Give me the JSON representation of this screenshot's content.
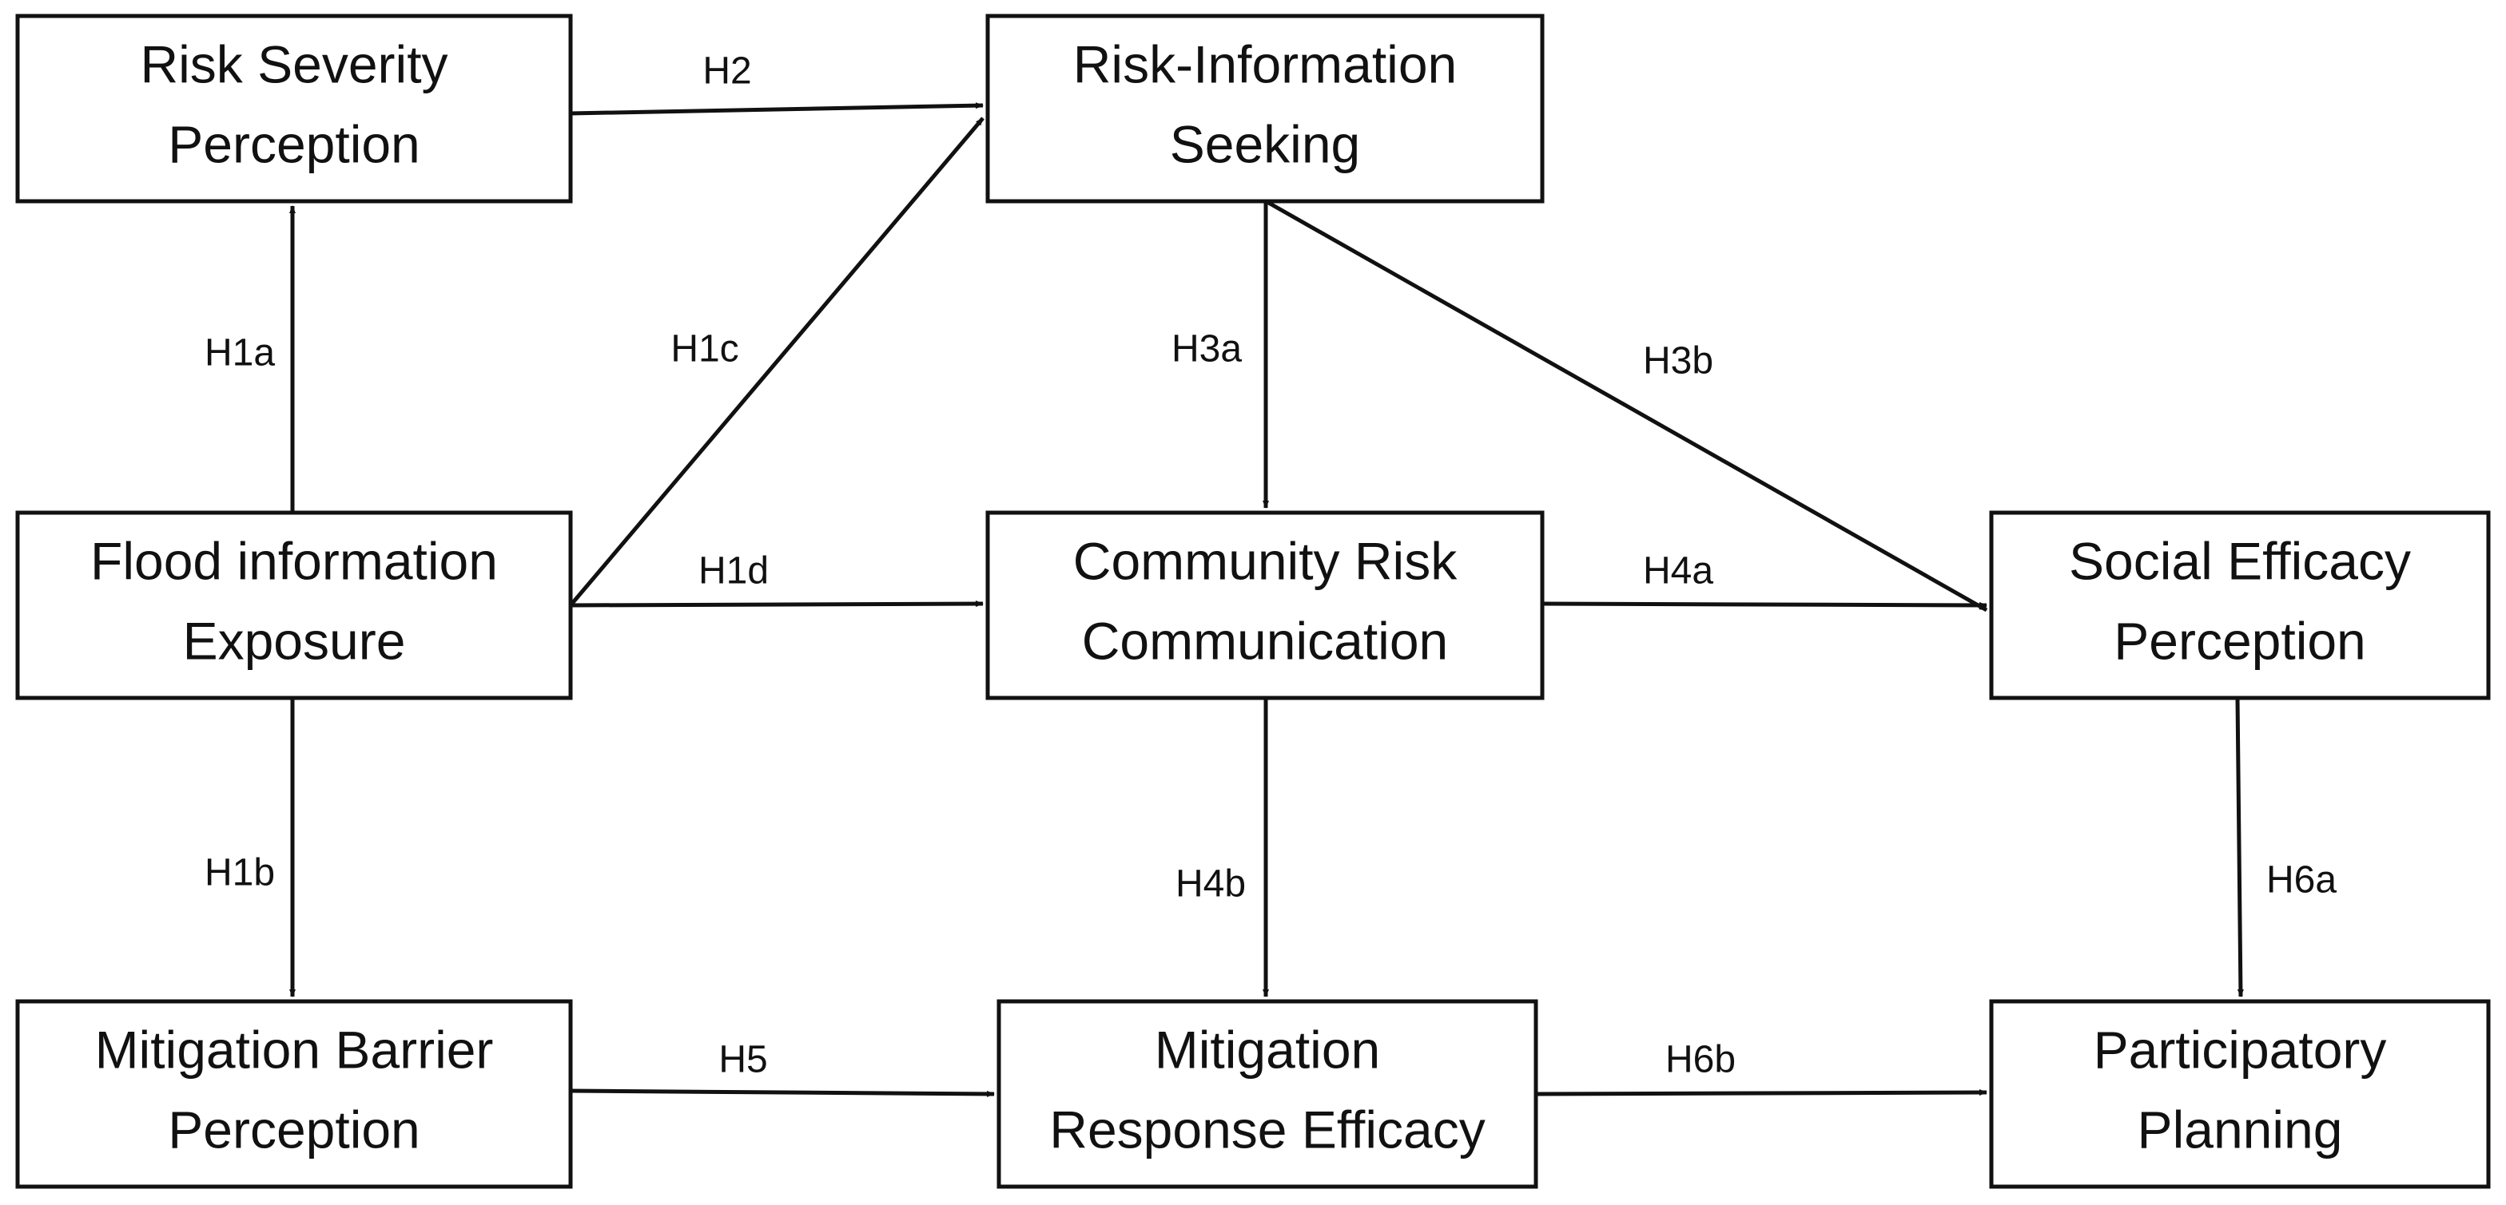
{
  "nodes": [
    {
      "id": "risk-severity",
      "lines": [
        "Risk Severity",
        "Perception"
      ]
    },
    {
      "id": "risk-info-seeking",
      "lines": [
        "Risk-Information",
        "Seeking"
      ]
    },
    {
      "id": "flood-exposure",
      "lines": [
        "Flood information",
        "Exposure"
      ]
    },
    {
      "id": "community-comm",
      "lines": [
        "Community Risk",
        "Communication"
      ]
    },
    {
      "id": "social-efficacy",
      "lines": [
        "Social Efficacy",
        "Perception"
      ]
    },
    {
      "id": "mitigation-barrier",
      "lines": [
        "Mitigation Barrier",
        "Perception"
      ]
    },
    {
      "id": "mitigation-response",
      "lines": [
        "Mitigation",
        "Response Efficacy"
      ]
    },
    {
      "id": "participatory",
      "lines": [
        "Participatory",
        "Planning"
      ]
    }
  ],
  "edges": [
    {
      "from": "flood-exposure",
      "to": "risk-severity",
      "label": "H1a"
    },
    {
      "from": "flood-exposure",
      "to": "mitigation-barrier",
      "label": "H1b"
    },
    {
      "from": "flood-exposure",
      "to": "risk-info-seeking",
      "label": "H1c"
    },
    {
      "from": "flood-exposure",
      "to": "community-comm",
      "label": "H1d"
    },
    {
      "from": "risk-severity",
      "to": "risk-info-seeking",
      "label": "H2"
    },
    {
      "from": "risk-info-seeking",
      "to": "community-comm",
      "label": "H3a"
    },
    {
      "from": "risk-info-seeking",
      "to": "social-efficacy",
      "label": "H3b"
    },
    {
      "from": "community-comm",
      "to": "social-efficacy",
      "label": "H4a"
    },
    {
      "from": "community-comm",
      "to": "mitigation-response",
      "label": "H4b"
    },
    {
      "from": "mitigation-barrier",
      "to": "mitigation-response",
      "label": "H5"
    },
    {
      "from": "social-efficacy",
      "to": "participatory",
      "label": "H6a"
    },
    {
      "from": "mitigation-response",
      "to": "participatory",
      "label": "H6b"
    }
  ]
}
